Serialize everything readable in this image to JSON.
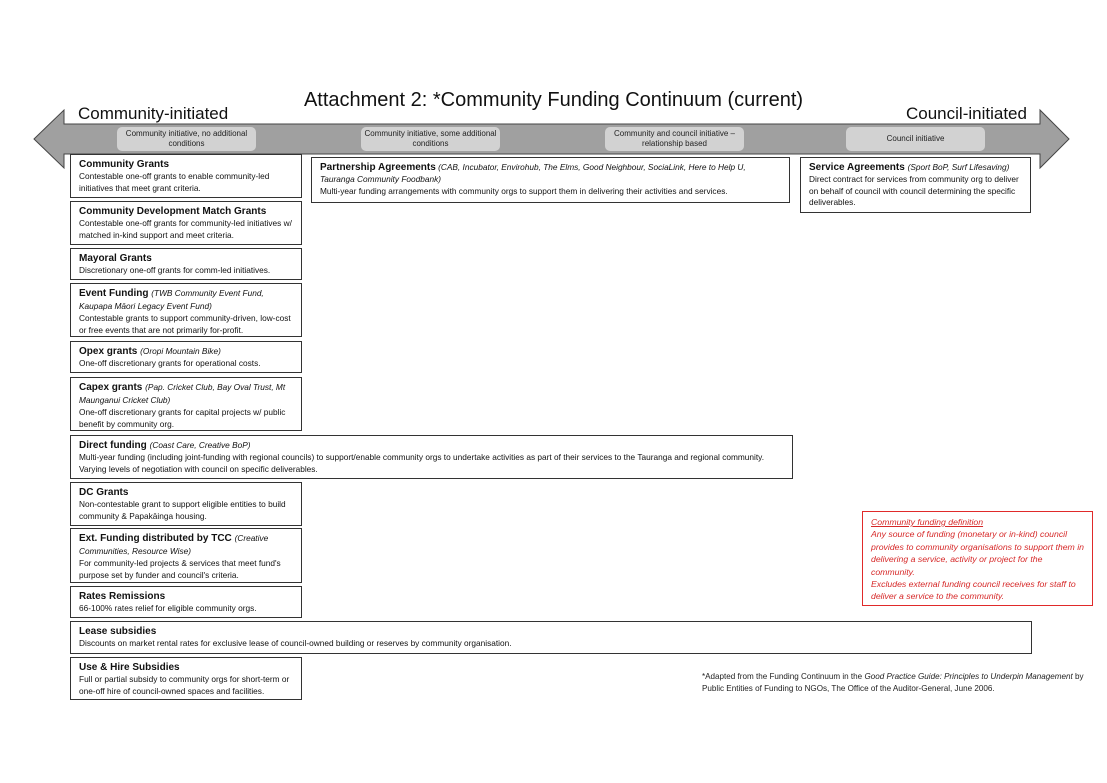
{
  "title": "Attachment 2: *Community Funding Continuum (current)",
  "left_label": "Community-initiated",
  "right_label": "Council-initiated",
  "spectrum_tags": [
    "Community initiative, no additional conditions",
    "Community initiative, some additional conditions",
    "Community and council initiative – relationship based",
    "Council initiative"
  ],
  "boxes": {
    "community_grants": {
      "name": "Community Grants",
      "desc": "Contestable one-off grants to enable community-led initiatives that meet grant criteria."
    },
    "cdm_grants": {
      "name": "Community Development Match Grants",
      "desc": "Contestable one-off grants for community-led initiatives w/ matched in-kind support and meet criteria."
    },
    "mayoral_grants": {
      "name": "Mayoral Grants",
      "desc": "Discretionary one-off grants for comm-led initiatives."
    },
    "event_funding": {
      "name": "Event Funding",
      "examples": "(TWB Community Event Fund, Kaupapa Māori Legacy Event Fund)",
      "desc": "Contestable grants to support community-driven, low-cost or free events that are not primarily for-profit."
    },
    "opex_grants": {
      "name": "Opex grants",
      "examples": "(Oropi Mountain Bike)",
      "desc": "One-off discretionary grants for operational costs."
    },
    "capex_grants": {
      "name": "Capex grants",
      "examples": "(Pap. Cricket Club, Bay Oval Trust, Mt Maunganui Cricket Club)",
      "desc": "One-off discretionary grants for capital projects w/ public benefit by community org."
    },
    "direct_funding": {
      "name": "Direct funding",
      "examples": "(Coast Care, Creative BoP)",
      "desc": "Multi-year funding (including joint-funding with regional councils) to support/enable community orgs to undertake activities as part of their services to the Tauranga and regional community. Varying levels of negotiation with council on specific deliverables."
    },
    "dc_grants": {
      "name": "DC Grants",
      "desc": "Non-contestable grant to support eligible entities to build community & Papakāinga housing."
    },
    "ext_funding": {
      "name": "Ext. Funding distributed by TCC",
      "examples": "(Creative Communities, Resource Wise)",
      "desc": "For community-led projects & services that meet fund's purpose set by funder and council's criteria."
    },
    "rates_remissions": {
      "name": "Rates Remissions",
      "desc": "66-100% rates relief for eligible community orgs."
    },
    "lease_subsidies": {
      "name": "Lease subsidies",
      "desc": "Discounts on market rental rates for exclusive lease of council-owned building or reserves by community organisation."
    },
    "use_hire": {
      "name": "Use & Hire Subsidies",
      "desc": "Full or partial subsidy to community orgs for short-term or one-off hire of council-owned spaces and facilities."
    },
    "partnership": {
      "name": "Partnership Agreements",
      "examples": "(CAB, Incubator, Envirohub, The Elms, Good Neighbour, SociaLink, Here to Help U, Tauranga Community Foodbank)",
      "desc": "Multi-year funding arrangements with community orgs to support them in delivering their activities and services."
    },
    "service": {
      "name": "Service Agreements",
      "examples": "(Sport BoP, Surf Lifesaving)",
      "desc": "Direct contract for services from community org to deliver on behalf of council with council determining the specific deliverables."
    }
  },
  "definition": {
    "title": "Community funding definition",
    "body": "Any source of funding (monetary or in-kind) council provides to community organisations to support them in delivering a service, activity or project for the community.",
    "exclusion": "Excludes external funding council receives for staff to deliver a service to the community."
  },
  "footnote": {
    "prefix": "*Adapted from the Funding Continuum in the",
    "guide": "Good Practice Guide: Principles to Underpin Management",
    "suffix": "by Public Entities of Funding to NGOs, The Office of the Auditor-General, June 2006."
  },
  "colors": {
    "arrow_fill": "#a0a0a0",
    "tag_fill": "#d2d2d2",
    "definition_red": "#d62828"
  }
}
